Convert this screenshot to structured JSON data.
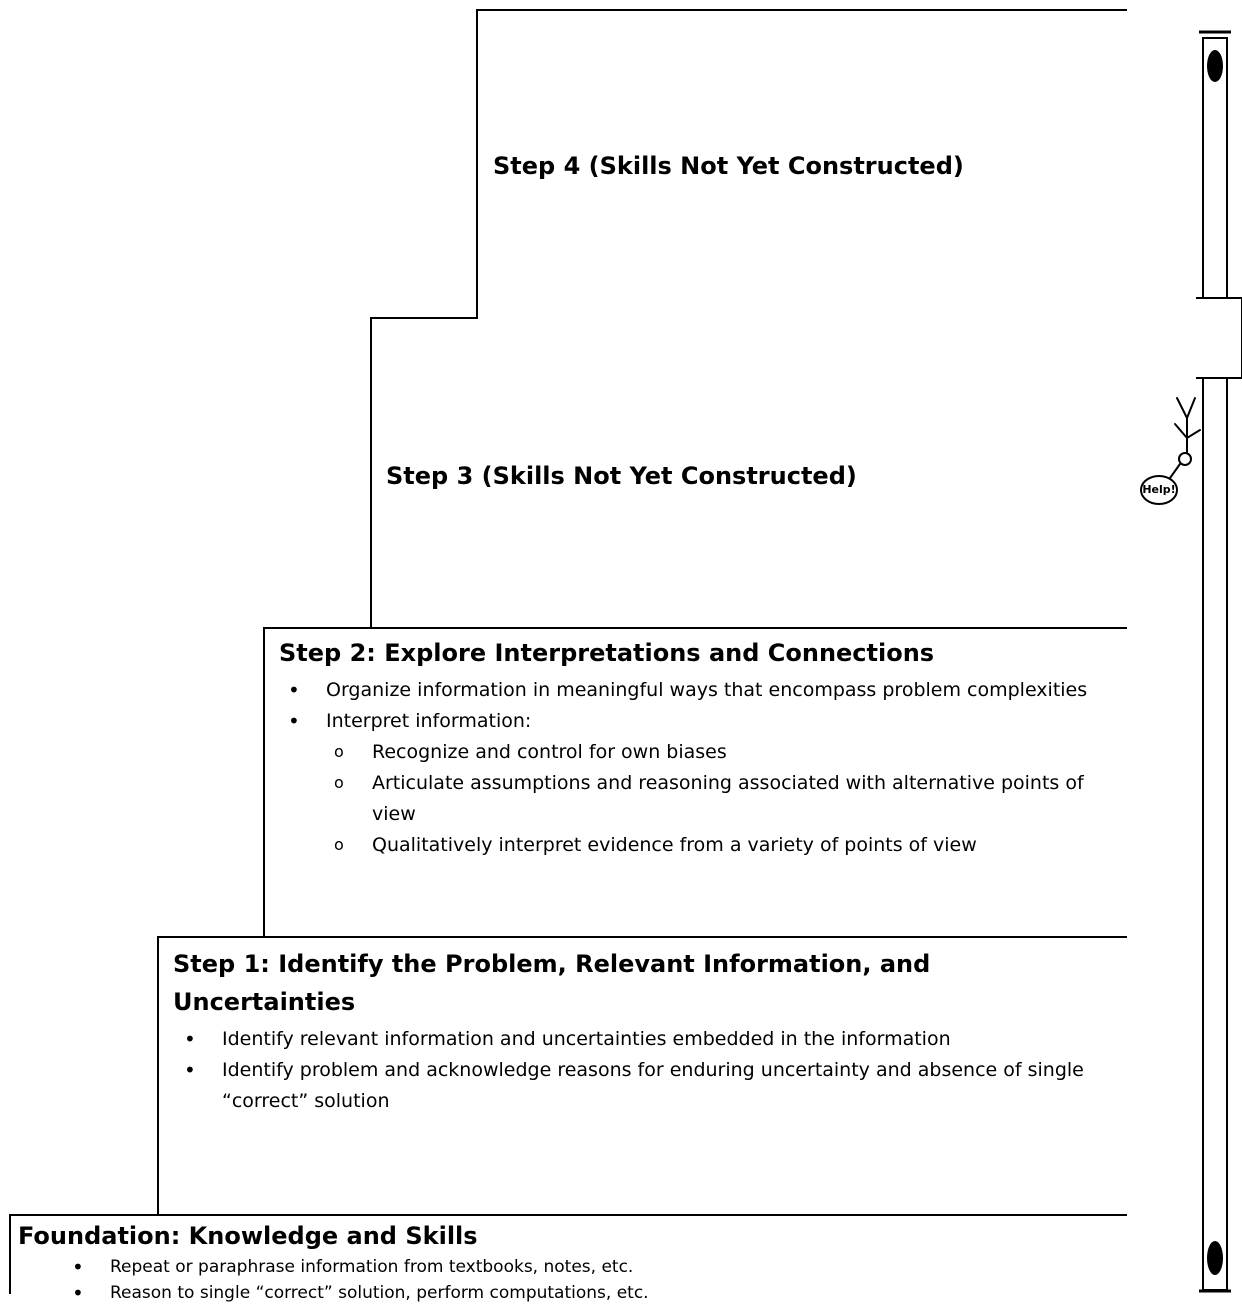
{
  "steps": {
    "step4": {
      "title": "Step 4 (Skills Not Yet Constructed)"
    },
    "step3": {
      "title": "Step 3 (Skills Not Yet Constructed)"
    },
    "step2": {
      "title": "Step 2: Explore Interpretations and Connections",
      "bullets": [
        {
          "text": "Organize information in meaningful ways that encompass problem complexities"
        },
        {
          "text": "Interpret information:",
          "sub": [
            "Recognize and control for own biases",
            "Articulate assumptions and reasoning associated with alternative points of view",
            "Qualitatively interpret evidence from a variety of points of view"
          ]
        }
      ]
    },
    "step1": {
      "title": "Step 1: Identify the Problem, Relevant Information, and Uncertainties",
      "bullets": [
        {
          "text": "Identify relevant information and uncertainties embedded in the information"
        },
        {
          "text": "Identify problem and acknowledge reasons for enduring uncertainty and absence of single “correct” solution"
        }
      ]
    },
    "foundation": {
      "title": "Foundation: Knowledge and Skills",
      "bullets": [
        {
          "text": "Repeat or paraphrase information from textbooks, notes, etc."
        },
        {
          "text": "Reason to single “correct” solution, perform computations, etc."
        }
      ]
    }
  },
  "ladder": {
    "figure_speech": "Help!",
    "icon": "stick-figure-climbing-icon"
  }
}
